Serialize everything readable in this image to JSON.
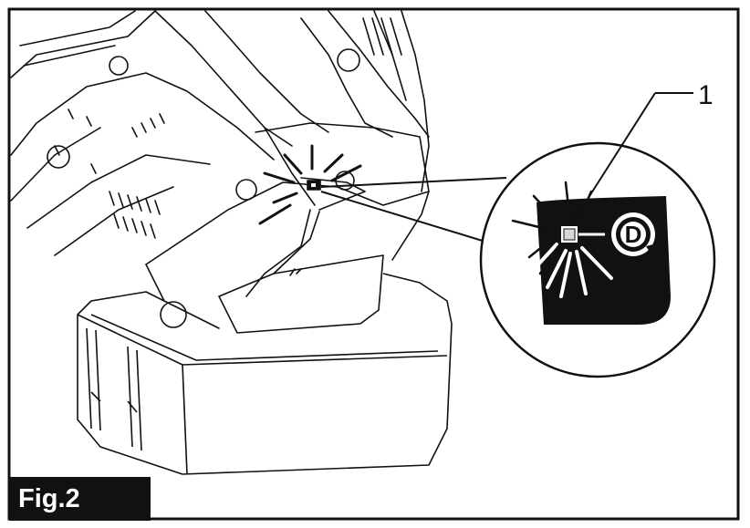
{
  "figure": {
    "label": "Fig.2",
    "callout_number": "1",
    "icon_letter": "D"
  },
  "colors": {
    "line": "#111111",
    "background": "#ffffff",
    "label_background": "#111111",
    "label_text": "#ffffff"
  },
  "icons": [
    "tool-illustration",
    "battery-pack",
    "indicator-lamp-icon",
    "magnifier-circle",
    "lamp-rays-icon",
    "d-rotation-icon"
  ]
}
